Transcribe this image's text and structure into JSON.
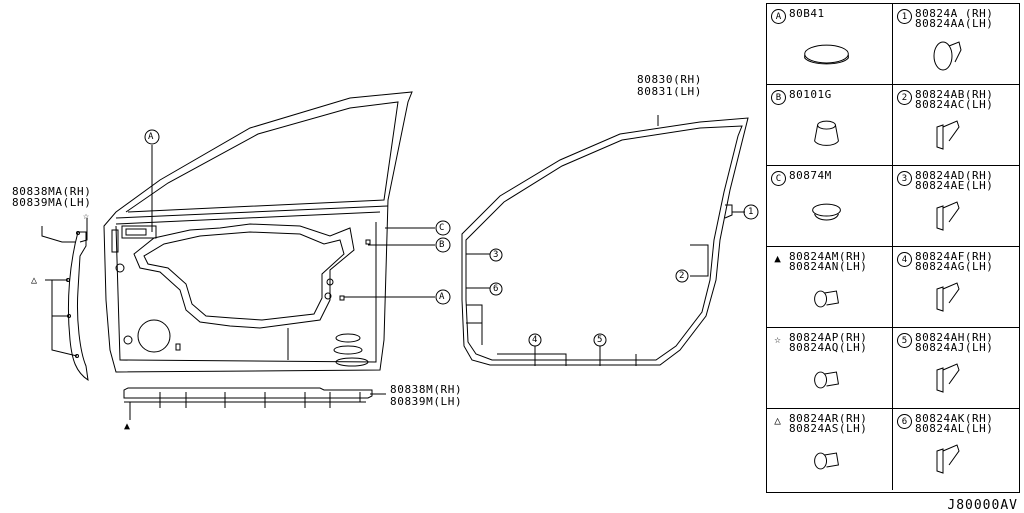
{
  "diagram": {
    "code": "J80000AV",
    "callouts": {
      "front_seal_rh": "80838MA(RH)",
      "front_seal_lh": "80839MA(LH)",
      "lower_seal_rh": "80838M(RH)",
      "lower_seal_lh": "80839M(LH)",
      "weatherstrip_rh": "80830(RH)",
      "weatherstrip_lh": "80831(LH)",
      "door_A": "A",
      "door_B": "B",
      "door_C": "C",
      "door_A2": "A",
      "ws_1": "1",
      "ws_2": "2",
      "ws_3": "3",
      "ws_4": "4",
      "ws_5": "5",
      "ws_6": "6",
      "sym_open_triangle": "△",
      "sym_star": "☆",
      "sym_filled_triangle": "▲"
    },
    "legend": [
      {
        "mark": "A",
        "mark_style": "circle",
        "part_rh": "80B41",
        "part_lh": "",
        "icon": "plug-cap-icon"
      },
      {
        "mark": "1",
        "mark_style": "circle",
        "part_rh": "80824A (RH)",
        "part_lh": "80824AA(LH)",
        "icon": "clip-round-icon"
      },
      {
        "mark": "B",
        "mark_style": "circle",
        "part_rh": "80101G",
        "part_lh": "",
        "icon": "bumper-icon"
      },
      {
        "mark": "2",
        "mark_style": "circle",
        "part_rh": "80824AB(RH)",
        "part_lh": "80824AC(LH)",
        "icon": "clip-icon"
      },
      {
        "mark": "C",
        "mark_style": "circle",
        "part_rh": "80874M",
        "part_lh": "",
        "icon": "grommet-icon"
      },
      {
        "mark": "3",
        "mark_style": "circle",
        "part_rh": "80824AD(RH)",
        "part_lh": "80824AE(LH)",
        "icon": "clip-icon"
      },
      {
        "mark": "▲",
        "mark_style": "plain",
        "part_rh": "80824AM(RH)",
        "part_lh": "80824AN(LH)",
        "icon": "push-rivet-icon"
      },
      {
        "mark": "4",
        "mark_style": "circle",
        "part_rh": "80824AF(RH)",
        "part_lh": "80824AG(LH)",
        "icon": "clip-icon"
      },
      {
        "mark": "☆",
        "mark_style": "plain",
        "part_rh": "80824AP(RH)",
        "part_lh": "80824AQ(LH)",
        "icon": "push-rivet-icon"
      },
      {
        "mark": "5",
        "mark_style": "circle",
        "part_rh": "80824AH(RH)",
        "part_lh": "80824AJ(LH)",
        "icon": "clip-icon"
      },
      {
        "mark": "△",
        "mark_style": "plain",
        "part_rh": "80824AR(RH)",
        "part_lh": "80824AS(LH)",
        "icon": "push-rivet-icon"
      },
      {
        "mark": "6",
        "mark_style": "circle",
        "part_rh": "80824AK(RH)",
        "part_lh": "80824AL(LH)",
        "icon": "clip-icon"
      }
    ]
  }
}
